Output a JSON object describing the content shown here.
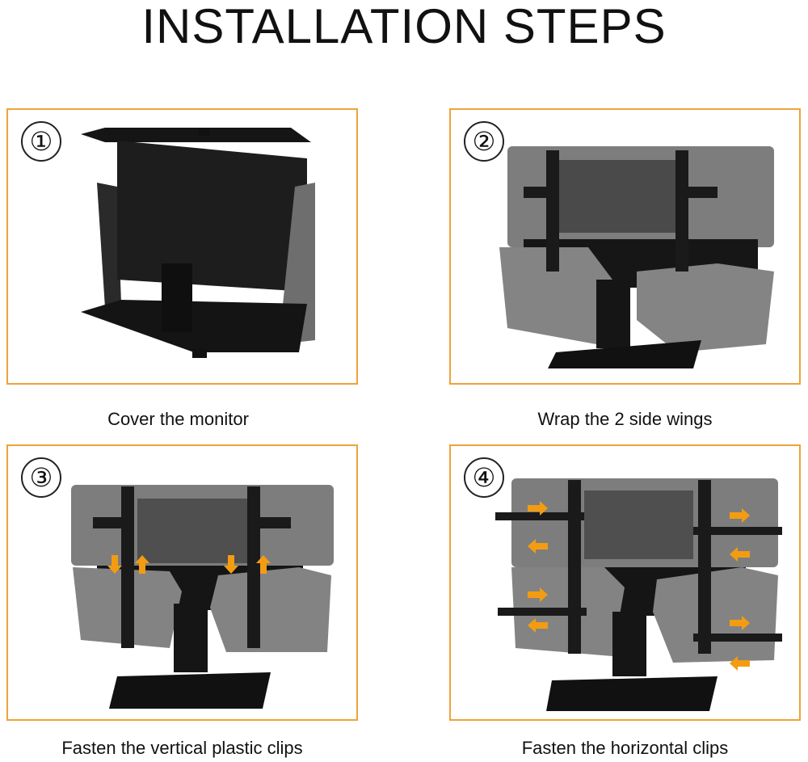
{
  "page": {
    "title": "INSTALLATION STEPS"
  },
  "steps": [
    {
      "number": "①",
      "caption": "Cover the monitor"
    },
    {
      "number": "②",
      "caption": "Wrap the 2 side wings"
    },
    {
      "number": "③",
      "caption": "Fasten the vertical plastic clips"
    },
    {
      "number": "④",
      "caption": "Fasten the horizontal clips"
    }
  ],
  "colors": {
    "frame": "#f0a23a",
    "arrow": "#f39c12",
    "fabric": "#7d7d7d",
    "strap": "#1a1a1a"
  }
}
